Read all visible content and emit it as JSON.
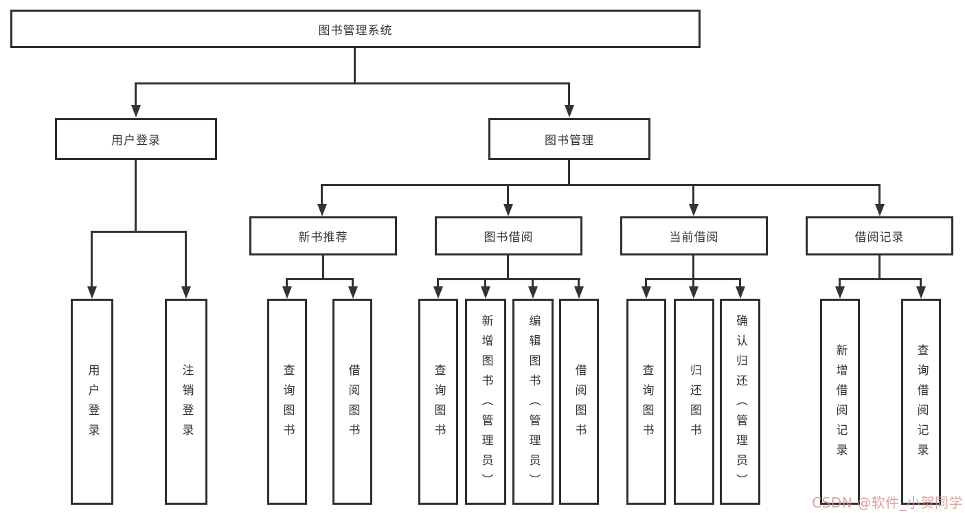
{
  "diagram": {
    "title": "图书管理系统",
    "children": [
      {
        "label": "用户登录",
        "children": [
          {
            "label": "用户登录"
          },
          {
            "label": "注销登录"
          }
        ]
      },
      {
        "label": "图书管理",
        "children": [
          {
            "label": "新书推荐",
            "children": [
              {
                "label": "查询图书"
              },
              {
                "label": "借阅图书"
              }
            ]
          },
          {
            "label": "图书借阅",
            "children": [
              {
                "label": "查询图书"
              },
              {
                "label": "新增图书（管理员）"
              },
              {
                "label": "编辑图书（管理员）"
              },
              {
                "label": "借阅图书"
              }
            ]
          },
          {
            "label": "当前借阅",
            "children": [
              {
                "label": "查询图书"
              },
              {
                "label": "归还图书"
              },
              {
                "label": "确认归还（管理员）"
              }
            ]
          },
          {
            "label": "借阅记录",
            "children": [
              {
                "label": "新增借阅记录"
              },
              {
                "label": "查询借阅记录"
              }
            ]
          }
        ]
      }
    ],
    "line_color": "#333333",
    "box_border_color": "#2f2f2f"
  },
  "watermark": {
    "text": "CSDN @软件_小贺同学",
    "color": "#d5938c"
  }
}
